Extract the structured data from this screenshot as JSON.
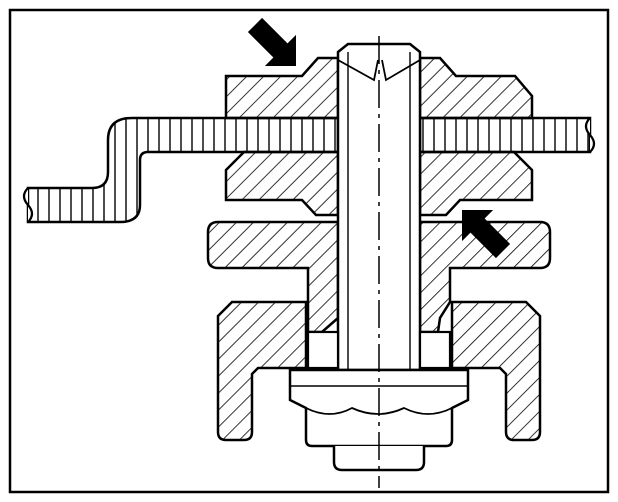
{
  "figure": {
    "kind": "technical cross-section drawing",
    "stroke_color": "#000000",
    "background_color": "#ffffff",
    "hatch_style": "diagonal",
    "plate_hatch_style": "vertical",
    "arrow_icons": [
      "press-arrow-icon",
      "press-arrow-icon"
    ]
  }
}
